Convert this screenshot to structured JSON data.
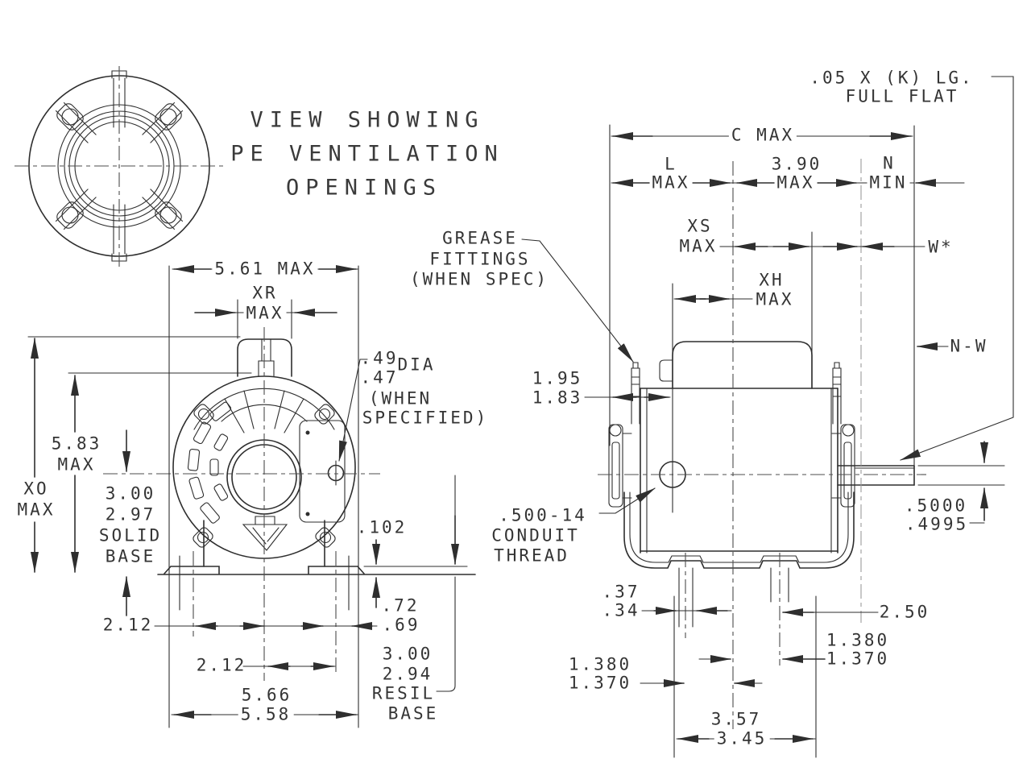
{
  "colors": {
    "line": "#2e2e2e",
    "text": "#343434",
    "background": "#ffffff"
  },
  "views": {
    "ventilation": {
      "title1": "VIEW SHOWING",
      "title2": "PE VENTILATION",
      "title3": "OPENINGS"
    },
    "front": {
      "overall_width": "5.61 MAX",
      "xr": "XR",
      "xr_max": "MAX",
      "h583": "5.83",
      "h583_max": "MAX",
      "xo": "XO",
      "xo_max": "MAX",
      "solid_a": "3.00",
      "solid_b": "2.97",
      "solid_c": "SOLID",
      "solid_d": "BASE",
      "dia_a": ".49",
      "dia_b": "DIA",
      "dia_c": ".47",
      "dia_d": "(WHEN",
      "dia_e": "SPECIFIED)",
      "pad_thk": ".102",
      "h72": ".72",
      "h69": ".69",
      "resil_a": "3.00",
      "resil_b": "2.94",
      "resil_c": "RESIL",
      "resil_d": "BASE",
      "half_a": "2.12",
      "half_b": "2.12",
      "base_a": "5.66",
      "base_b": "5.58"
    },
    "side": {
      "flat_a": ".05 X (K) LG.",
      "flat_b": "FULL FLAT",
      "c_max": "C MAX",
      "l": "L",
      "l_max": "MAX",
      "d390": "3.90",
      "d390_max": "MAX",
      "n": "N",
      "n_min": "MIN",
      "xs": "XS",
      "xs_max": "MAX",
      "w": "W*",
      "xh": "XH",
      "xh_max": "MAX",
      "nw": "N-W",
      "grease_a": "GREASE",
      "grease_b": "FITTINGS",
      "grease_c": "(WHEN SPEC)",
      "d195": "1.95",
      "d183": "1.83",
      "thread_a": ".500-14",
      "thread_b": "CONDUIT",
      "thread_c": "THREAD",
      "shaft_a": ".5000",
      "shaft_b": ".4995",
      "d37": ".37",
      "d34": ".34",
      "d250": "2.50",
      "slot_r_a": "1.380",
      "slot_r_b": "1.370",
      "slot_l_a": "1.380",
      "slot_l_b": "1.370",
      "d357": "3.57",
      "d345": "3.45"
    }
  }
}
